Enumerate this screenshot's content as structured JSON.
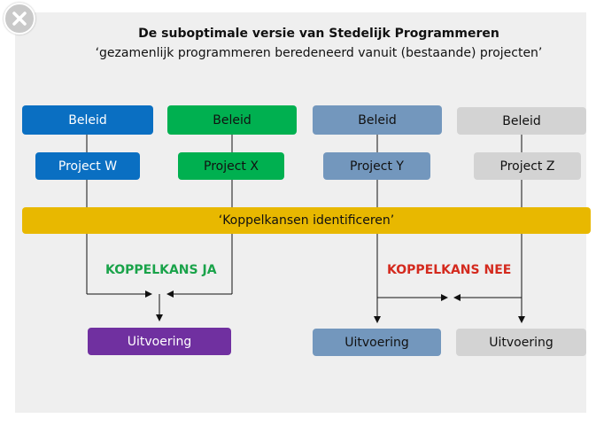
{
  "title": "De suboptimale versie van Stedelijk Programmeren",
  "subtitle": "‘gezamenlijk programmeren beredeneerd vanuit (bestaande) projecten’",
  "columns": [
    {
      "beleid": "Beleid",
      "project": "Project W",
      "color": "#0a6fc2"
    },
    {
      "beleid": "Beleid",
      "project": "Project X",
      "color": "#00b050"
    },
    {
      "beleid": "Beleid",
      "project": "Project Y",
      "color": "#7397bd"
    },
    {
      "beleid": "Beleid",
      "project": "Project Z",
      "color": "#d3d3d3"
    }
  ],
  "banner": {
    "label": "‘Koppelkansen identificeren’",
    "color": "#e8b800"
  },
  "koppelkans_ja": {
    "label": "KOPPELKANS JA",
    "color": "#1aa34a"
  },
  "koppelkans_nee": {
    "label": "KOPPELKANS NEE",
    "color": "#d42a1e"
  },
  "uitvoering": [
    {
      "label": "Uitvoering",
      "color": "#7030a0"
    },
    {
      "label": "Uitvoering",
      "color": "#7397bd"
    },
    {
      "label": "Uitvoering",
      "color": "#d3d3d3"
    }
  ]
}
